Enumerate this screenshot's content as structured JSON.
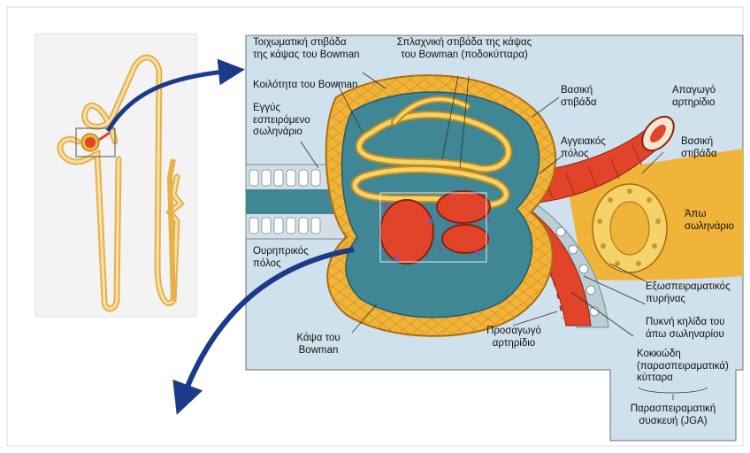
{
  "labels": {
    "parietal_layer": [
      "Τοιχωματική στιβάδα",
      "της κάψας του Bowman"
    ],
    "visceral_layer": [
      "Σπλαχνική στιβάδα της κάψας",
      "του Bowman (ποδοκύτταρα)"
    ],
    "bowman_space": "Κοιλότητα του Bowman",
    "proximal_tubule": [
      "Εγγύς",
      "εσπειρόμενο",
      "σωληνάριο"
    ],
    "basement_membrane_top": [
      "Βασική",
      "στιβάδα"
    ],
    "vascular_pole": [
      "Αγγειακός",
      "πόλος"
    ],
    "efferent_arteriole": [
      "Απαγωγό",
      "αρτηρίδιο"
    ],
    "basement_membrane_right": [
      "Βασική",
      "στιβάδα"
    ],
    "distal_tubule": [
      "Άπω",
      "σωληνάριο"
    ],
    "urinary_pole": [
      "Ουρηπρικός",
      "πόλος"
    ],
    "extraglomerular_mesangium": [
      "Εξωσπειραματικός",
      "πυρήνας"
    ],
    "macula_densa": [
      "Πυκνή κηλίδα του",
      "άπω σωληναρίου"
    ],
    "granular_cells": [
      "Κοκκιώδη",
      "(παρασπειραματικά)",
      "κύτταρα"
    ],
    "bowman_capsule": [
      "Κάψα του",
      "Bowman"
    ],
    "afferent_arteriole": [
      "Προσαγωγό",
      "αρτηρίδιο"
    ],
    "jga": [
      "Παρασπειραματική",
      "συσκευή (JGA)"
    ]
  },
  "colors": {
    "panel_bg": "#cfe1ec",
    "capsule": "#f0b43a",
    "capsule_space": "#3f8794",
    "vessel": "#e2442a",
    "tubule_wall": "#d4dde4",
    "nephron": "#f4cc7a",
    "arrow": "#1b3a8a"
  },
  "icons": {
    "top_arrow": "curved-arrow-icon",
    "bottom_arrow": "curved-arrow-icon"
  }
}
